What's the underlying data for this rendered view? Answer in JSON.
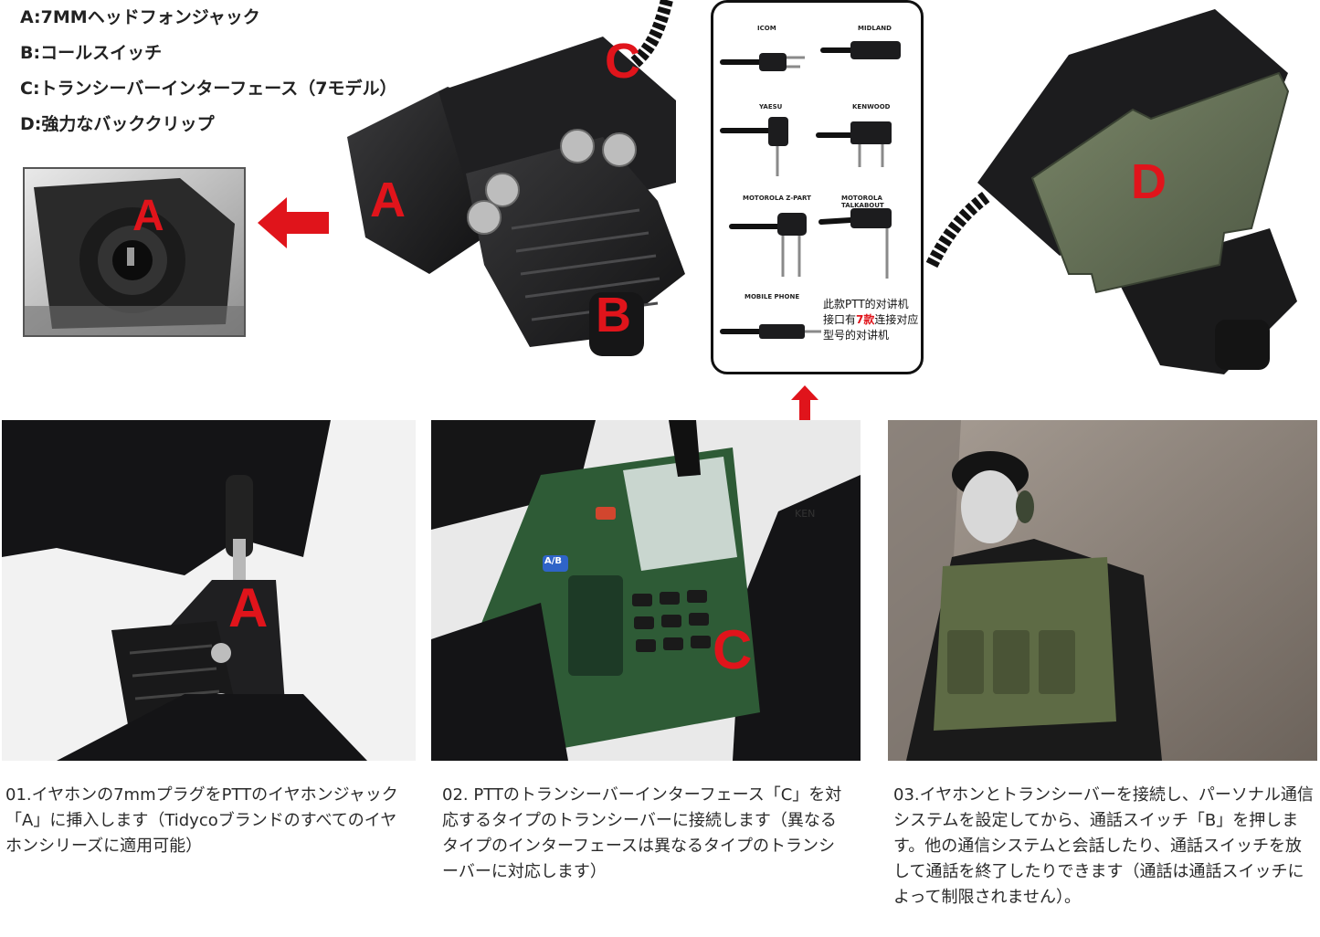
{
  "legend": {
    "a": "A:7MMヘッドフォンジャック",
    "b": "B:コールスイッチ",
    "c": "C:トランシーバーインターフェース（7モデル）",
    "d": "D:強力なバッククリップ"
  },
  "labels": {
    "a": "A",
    "b": "B",
    "c": "C",
    "d": "D"
  },
  "connector_panel": {
    "items": [
      "ICOM",
      "MIDLAND",
      "YAESU",
      "KENWOOD",
      "MOTOROLA Z-PART",
      "MOTOROLA TALKABOUT",
      "MOBILE PHONE"
    ],
    "note_pre": "此款PTT的对讲机接口有",
    "note_num": "7款",
    "note_post": "连接对应型号的对讲机"
  },
  "photos": {
    "p1_label": "A",
    "p2_label": "C",
    "radio_key_ab": "A/B",
    "radio_brand": "KEN"
  },
  "captions": {
    "c1": "01.イヤホンの7mmプラグをPTTのイヤホンジャック「A」に挿入します（Tidycoブランドのすべてのイヤホンシリーズに適用可能）",
    "c2": "02. PTTのトランシーバーインターフェース「C」を対応するタイプのトランシーバーに接続します（異なるタイプのインターフェースは異なるタイプのトランシーバーに対応します）",
    "c3": "03.イヤホンとトランシーバーを接続し、パーソナル通信システムを設定してから、通話スイッチ「B」を押します。他の通信システムと会話したり、通話スイッチを放して通話を終了したりできます（通話は通話スイッチによって制限されません）。"
  },
  "colors": {
    "accent_red": "#e0141b",
    "device_black": "#1c1c1e",
    "clip_green": "#5f6b52"
  }
}
